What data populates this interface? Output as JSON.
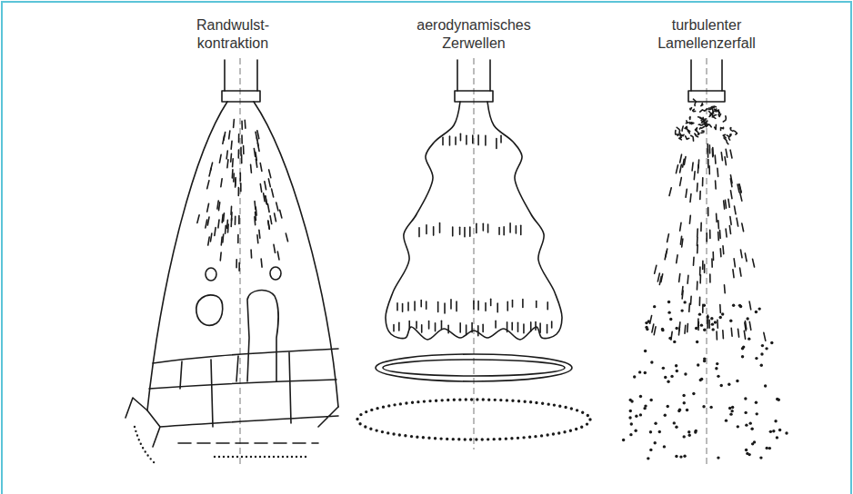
{
  "diagram": {
    "labels": [
      "Randwulst- kontraktion",
      "aerodynamisches Zerwellen",
      "turbulenter Lamellenzerfall"
    ]
  }
}
